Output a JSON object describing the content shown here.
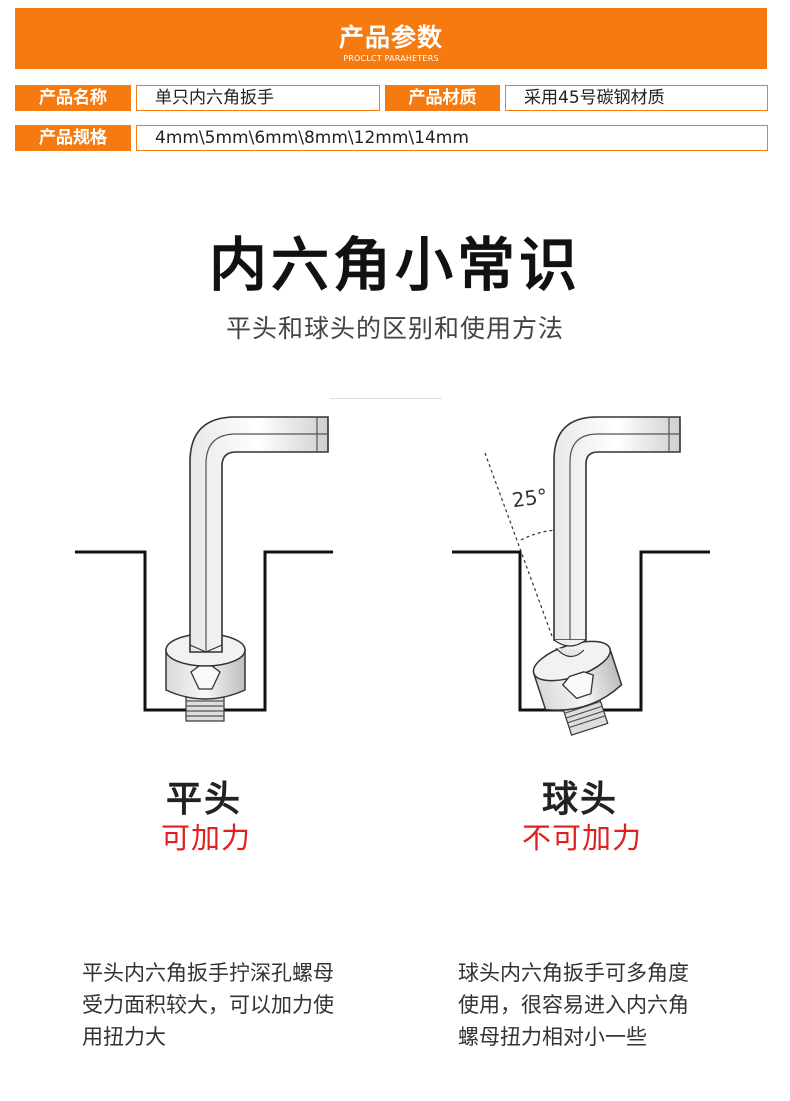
{
  "banner": {
    "title": "产品参数",
    "subtitle": "PROCLCT PARAHETERS"
  },
  "params": {
    "name_label": "产品名称",
    "name_value": "单只内六角扳手",
    "material_label": "产品材质",
    "material_value": "采用45号碳钢材质",
    "spec_label": "产品规格",
    "spec_value": "4mm\\5mm\\6mm\\8mm\\12mm\\14mm"
  },
  "section": {
    "heading": "内六角小常识",
    "subheading": "平头和球头的区别和使用方法"
  },
  "flat": {
    "name": "平头",
    "note": "可加力",
    "desc_lines": [
      "平头内六角扳手拧深孔螺母",
      "受力面积较大，可以加力使",
      "用扭力大"
    ]
  },
  "ball": {
    "name": "球头",
    "note": "不可加力",
    "angle": "25°",
    "desc_lines": [
      "球头内六角扳手可多角度",
      "使用，很容易进入内六角",
      "螺母扭力相对小一些"
    ]
  },
  "colors": {
    "accent": "#f57a10",
    "warning_text": "#e02020"
  }
}
